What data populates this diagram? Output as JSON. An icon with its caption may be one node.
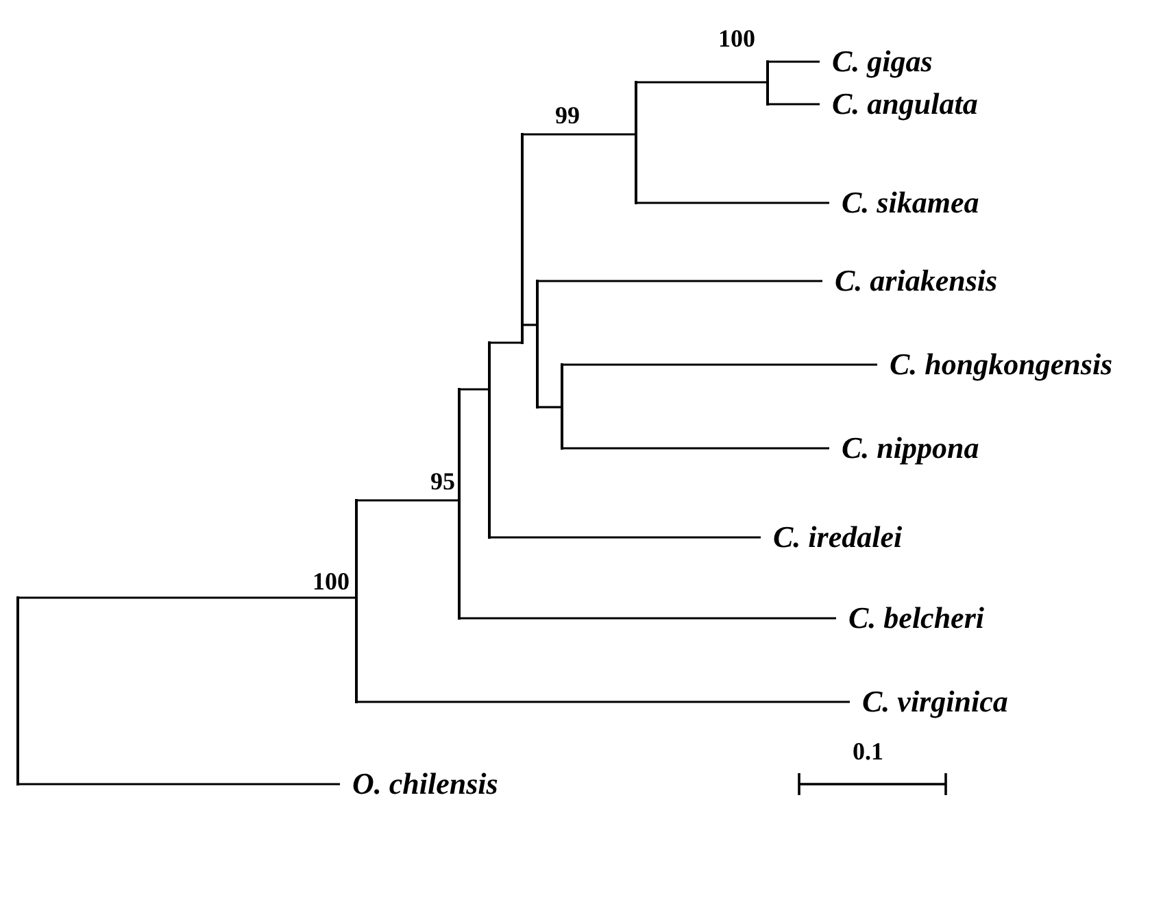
{
  "diagram": {
    "nodes": [
      {
        "text": [
          "C. gigas"
        ]
      },
      {
        "text": [
          "C. angulata"
        ]
      },
      {
        "text": [
          "C. sikamea"
        ]
      },
      {
        "text": [
          "C. ariakensis"
        ]
      },
      {
        "text": [
          "C. hongkongensis"
        ]
      },
      {
        "text": [
          "C. nippona"
        ]
      },
      {
        "text": [
          "C. iredalei"
        ]
      },
      {
        "text": [
          "C. belcheri"
        ]
      },
      {
        "text": [
          "C. virginica"
        ]
      },
      {
        "text": [
          "O. chilensis"
        ]
      },
      {
        "text": [],
        "shape": "bar"
      },
      {
        "text": [],
        "shape": "bar",
        "beside": [
          "100"
        ]
      },
      {
        "text": [],
        "shape": "bar",
        "beside": [
          "95"
        ]
      },
      {
        "text": [],
        "shape": "bar"
      },
      {
        "text": [],
        "shape": "bar"
      },
      {
        "text": [],
        "shape": "bar"
      },
      {
        "text": [],
        "shape": "bar"
      },
      {
        "text": [],
        "shape": "bar",
        "beside": [
          "99"
        ]
      },
      {
        "text": [],
        "shape": "bar",
        "beside": [
          "100"
        ]
      }
    ],
    "edges": [
      {
        "from": 10,
        "to": 11,
        "arrow": "none"
      },
      {
        "from": 10,
        "to": 9,
        "arrow": "none"
      },
      {
        "from": 11,
        "to": 12,
        "arrow": "none"
      },
      {
        "from": 11,
        "to": 8,
        "arrow": "none"
      },
      {
        "from": 12,
        "to": 13,
        "arrow": "none"
      },
      {
        "from": 12,
        "to": 7,
        "arrow": "none"
      },
      {
        "from": 13,
        "to": 14,
        "arrow": "none"
      },
      {
        "from": 13,
        "to": 6,
        "arrow": "none"
      },
      {
        "from": 14,
        "to": 17,
        "arrow": "none"
      },
      {
        "from": 14,
        "to": 15,
        "arrow": "none"
      },
      {
        "from": 15,
        "to": 3,
        "arrow": "none"
      },
      {
        "from": 15,
        "to": 16,
        "arrow": "none"
      },
      {
        "from": 16,
        "to": 4,
        "arrow": "none"
      },
      {
        "from": 16,
        "to": 5,
        "arrow": "none"
      },
      {
        "from": 17,
        "to": 18,
        "arrow": "none"
      },
      {
        "from": 17,
        "to": 2,
        "arrow": "none"
      },
      {
        "from": 18,
        "to": 0,
        "arrow": "none"
      },
      {
        "from": 18,
        "to": 1,
        "arrow": "none"
      }
    ],
    "labels": [
      "0.1"
    ]
  }
}
